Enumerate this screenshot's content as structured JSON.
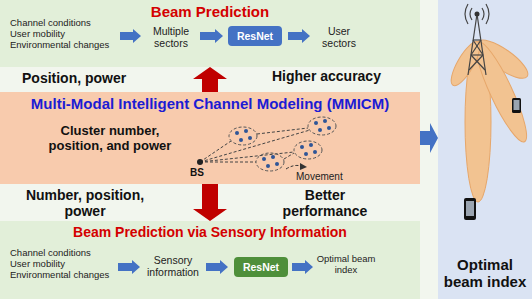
{
  "diagram": {
    "nodes": [
      {
        "text": [
          "Beam Prediction"
        ]
      },
      {
        "text": [
          "ResNet"
        ],
        "in": 0
      },
      {
        "text": [
          "Multi-Modal Intelligent Channel Modeling (MMICM)",
          "Cluster number, position, and power"
        ]
      },
      {
        "text": [
          "Beam Prediction via Sensory Information"
        ]
      },
      {
        "text": [
          "ResNet"
        ],
        "in": 3
      },
      {
        "text": [
          "Optimal beam index"
        ]
      }
    ],
    "edges": [
      {
        "from": 2,
        "to": 0,
        "arrow": "to"
      },
      {
        "from": 2,
        "to": 3,
        "arrow": "to"
      },
      {
        "from": 2,
        "to": 5,
        "arrow": "to"
      }
    ],
    "labels": [
      "Channel conditions User mobility Environmental changes",
      "Multiple sectors",
      "User sectors",
      "Position, power",
      "Higher accuracy",
      "BS",
      "Movement",
      "Number, position, power",
      "Better performance",
      "Channel conditions User mobility Environmental changes",
      "Sensory information",
      "Optimal beam index"
    ]
  }
}
